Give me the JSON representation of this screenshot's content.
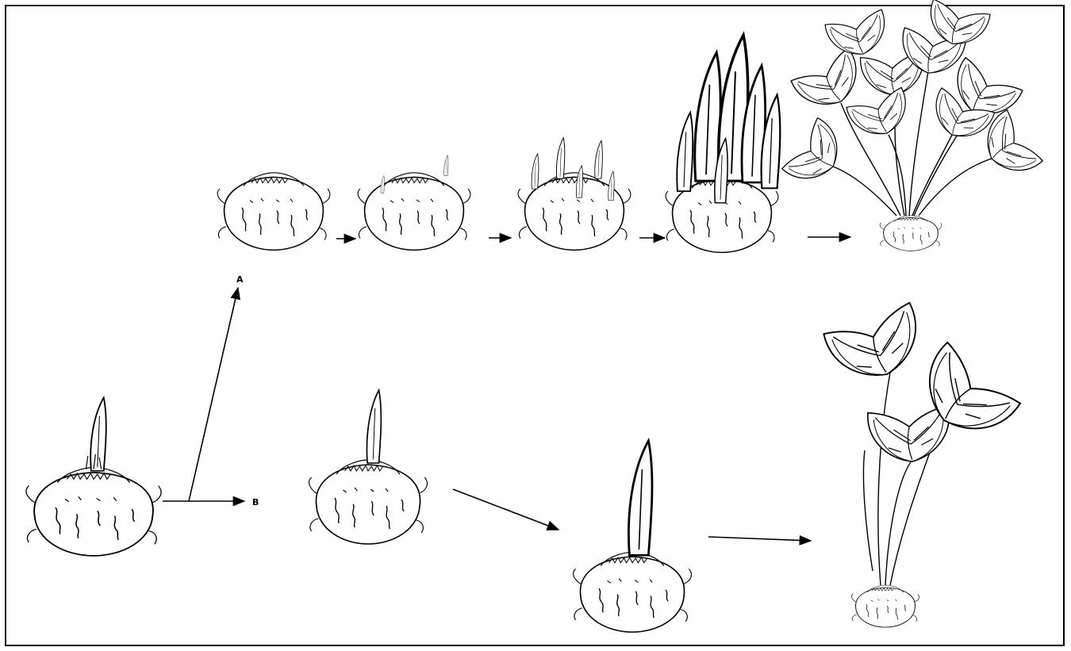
{
  "labels": {
    "a": "A",
    "b": "B"
  },
  "colors": {
    "ink": "#000000",
    "paper": "#ffffff"
  },
  "path_a": [
    "corm",
    "corm-buds",
    "corm-shoots",
    "corm-tall-shoots",
    "plant-many-leaves"
  ],
  "path_b": [
    "corm-single-shoot",
    "corm-single-shoot",
    "plant-three-leaves"
  ]
}
